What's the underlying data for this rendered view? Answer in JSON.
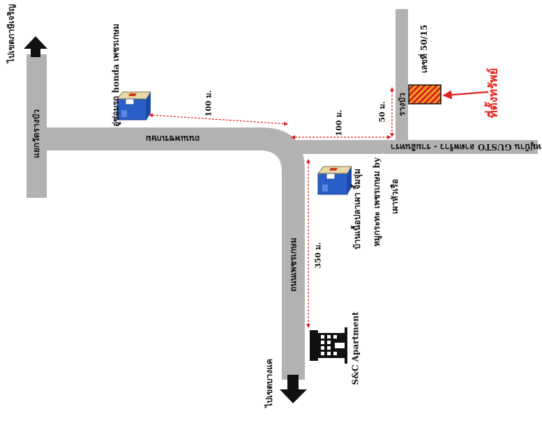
{
  "colors": {
    "road": "#b2b2b2",
    "dim_line": "#e02020",
    "arrow": "#111111",
    "target_fill": "#f0a020",
    "target_hatch": "#d82020",
    "target_label": "#e8201a",
    "building_blue": "#2a5fc8"
  },
  "labels": {
    "to_chaeng_mai": "ไปเขตภาษีเจริญ",
    "to_bang_khae": "ไปเขตบางแค",
    "junction_wat_rang_bua": "แยกวัดรางบัว",
    "road_petkasem_h": "ถนนเพชรเกษม",
    "road_petkasem_v": "ถนนเพชรเกษม",
    "lane_gusto": "หมู่บ้าน GUSTO ลาดพร้าว - รามอินทรา",
    "lane_rang_bua": "รางบัว",
    "plot_number": "เลขที่ 50/15",
    "target_label": "ที่ตั้งทรัพย์",
    "honda_service": "อู่ซ่อมรถ honda เพชรเกษม",
    "restaurant_line1": "บ้านเนื้อปลาเผา จิ้มจุ่ม",
    "restaurant_line2": "หมูกระทะ เพชรเกษม by",
    "restaurant_line3": "เผาหัวเรือ",
    "sc_apartment": "S&C Apartment"
  },
  "distances": {
    "honda_to_corner": "100 ม.",
    "corner_to_lane": "100 ม.",
    "lane_to_plot": "50 ม.",
    "corner_to_apartment": "350 ม."
  },
  "icons": {
    "up_arrow": "up-arrow-icon",
    "down_arrow": "down-arrow-icon",
    "house": "house-icon",
    "apartment": "apartment-building-icon",
    "target": "target-plot-marker"
  }
}
